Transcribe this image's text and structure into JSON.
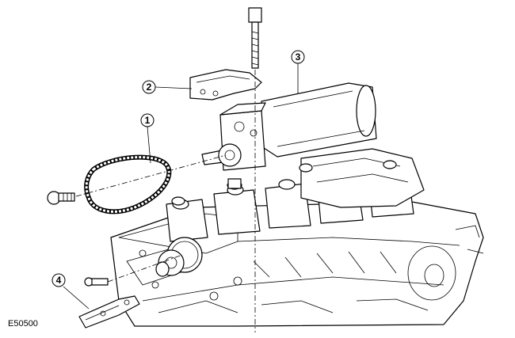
{
  "callouts": [
    {
      "id": "1",
      "label": "1"
    },
    {
      "id": "2",
      "label": "2"
    },
    {
      "id": "3",
      "label": "3"
    },
    {
      "id": "4",
      "label": "4"
    }
  ],
  "figure_id": "E50500"
}
